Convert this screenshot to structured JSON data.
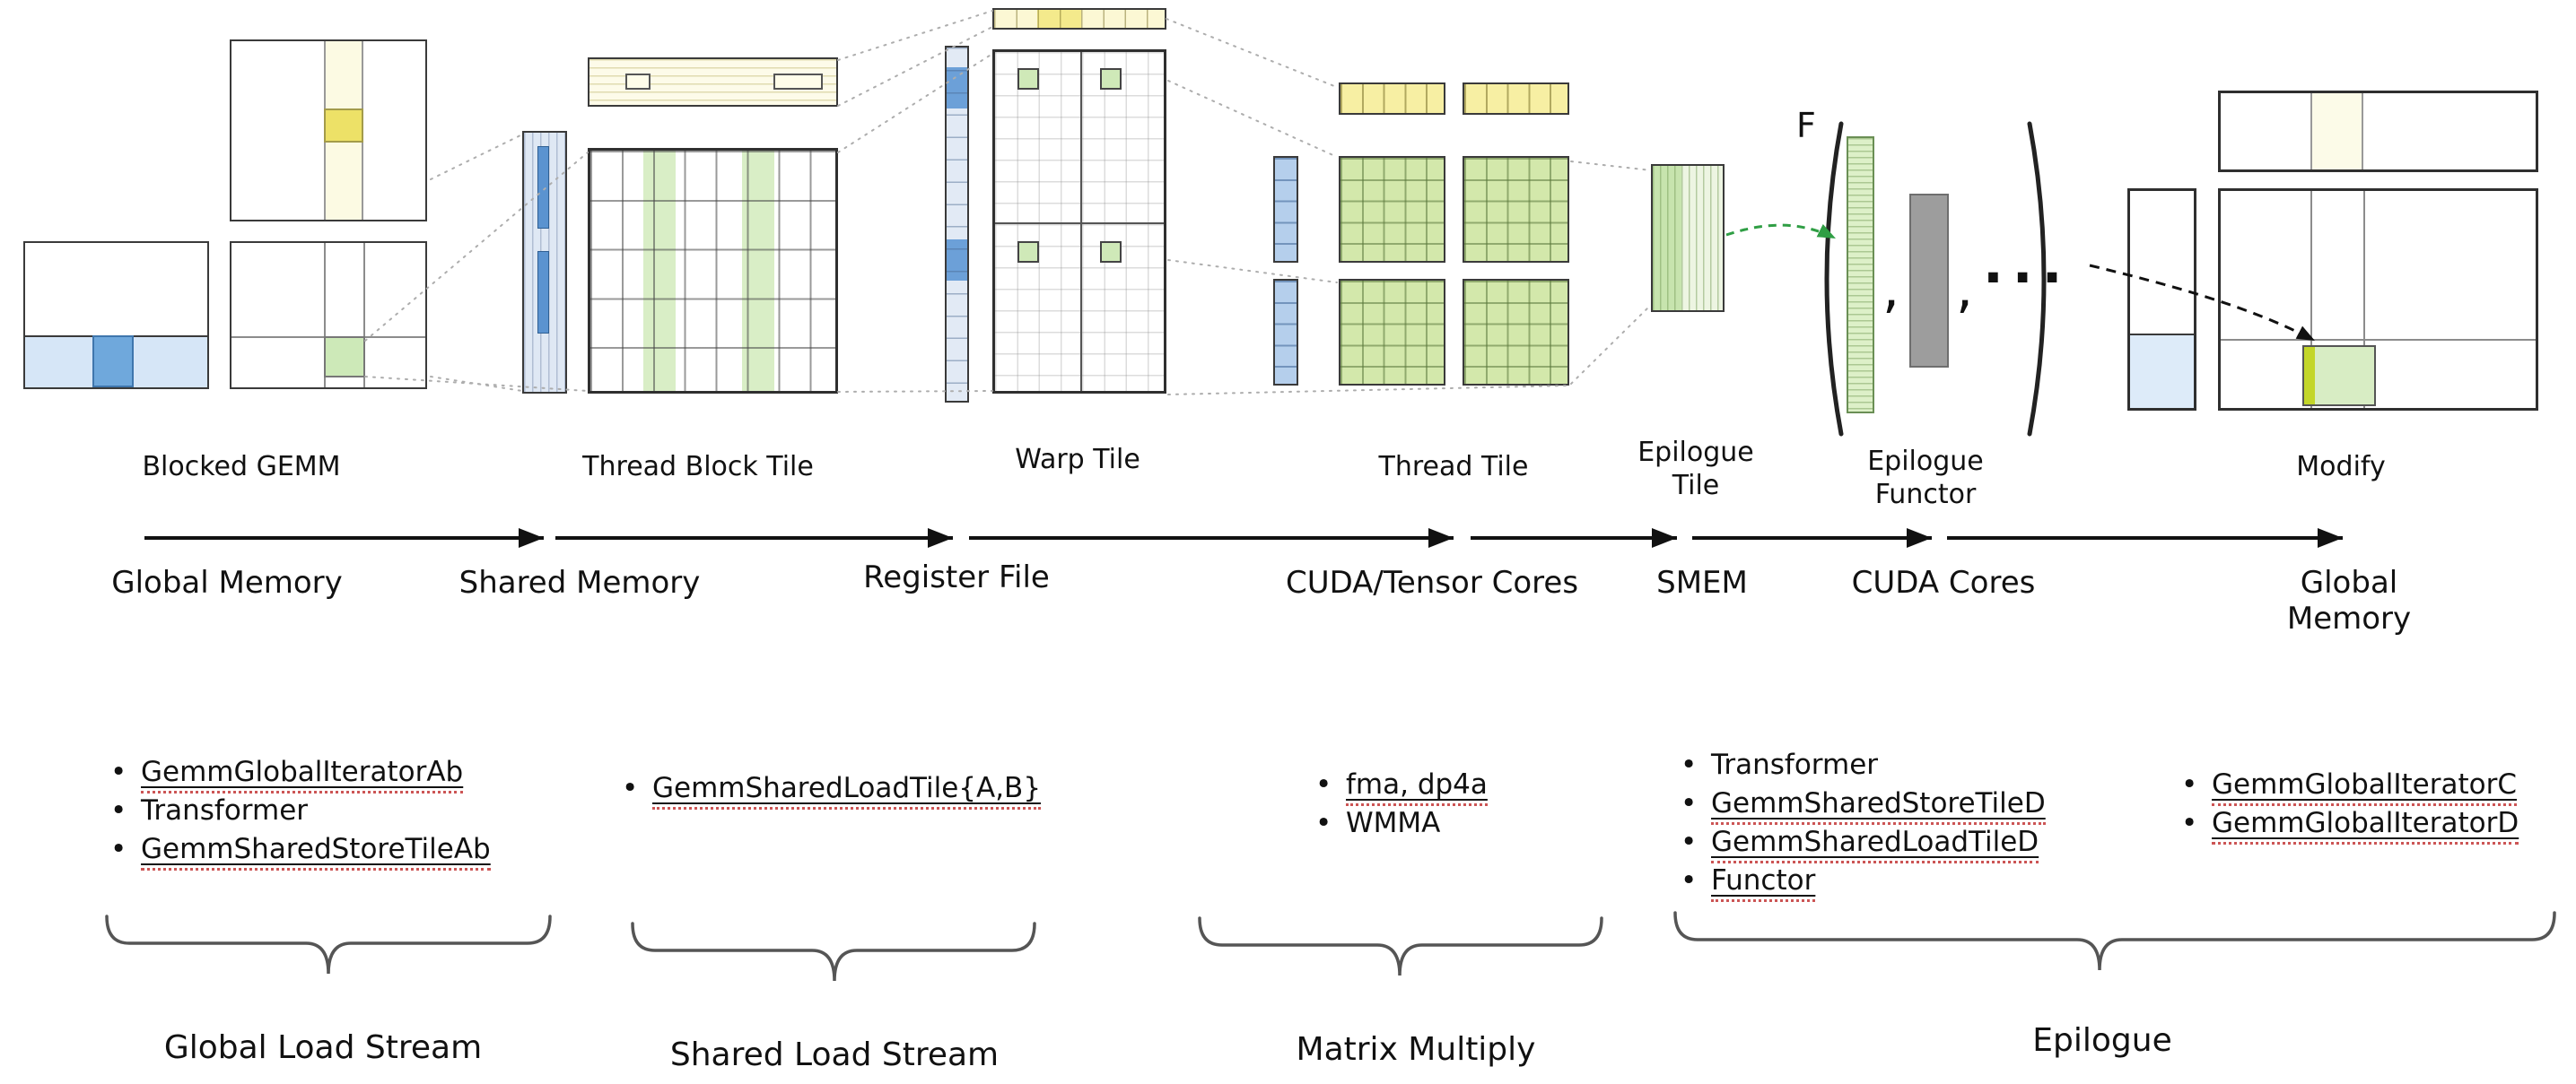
{
  "diagram": {
    "tiles": {
      "blocked_gemm": "Blocked GEMM",
      "thread_block_tile": "Thread Block Tile",
      "warp_tile": "Warp Tile",
      "thread_tile": "Thread Tile",
      "epilogue_tile": "Epilogue\nTile",
      "epilogue_functor": "Epilogue\nFunctor",
      "modify": "Modify"
    },
    "functor": {
      "f": "F",
      "comma": ",",
      "ellipsis": "···"
    },
    "memory_stages": [
      "Global Memory",
      "Shared Memory",
      "Register File",
      "CUDA/Tensor Cores",
      "SMEM",
      "CUDA Cores",
      "Global Memory"
    ],
    "bullet_lists": [
      {
        "items": [
          "GemmGlobalIteratorAb",
          "Transformer",
          "GemmSharedStoreTileAb"
        ]
      },
      {
        "items": [
          "GemmSharedLoadTile{A,B}"
        ]
      },
      {
        "items": [
          "fma, dp4a",
          "WMMA"
        ]
      },
      {
        "items": [
          "Transformer",
          "GemmSharedStoreTileD",
          "GemmSharedLoadTileD",
          "Functor"
        ]
      },
      {
        "items": [
          "GemmGlobalIteratorC",
          "GemmGlobalIteratorD"
        ]
      }
    ],
    "streams": [
      "Global Load Stream",
      "Shared Load Stream",
      "Matrix Multiply",
      "Epilogue"
    ],
    "colors": {
      "light_blue": "#d6e6f7",
      "blue": "#6fa8dc",
      "light_yellow": "#fdfbe9",
      "yellow": "#ede167",
      "light_green": "#d9edc2",
      "green": "#cbe6b0",
      "gray": "#9d9d9d",
      "lime": "#c3d629",
      "green_arrow": "#2f9e44"
    }
  }
}
